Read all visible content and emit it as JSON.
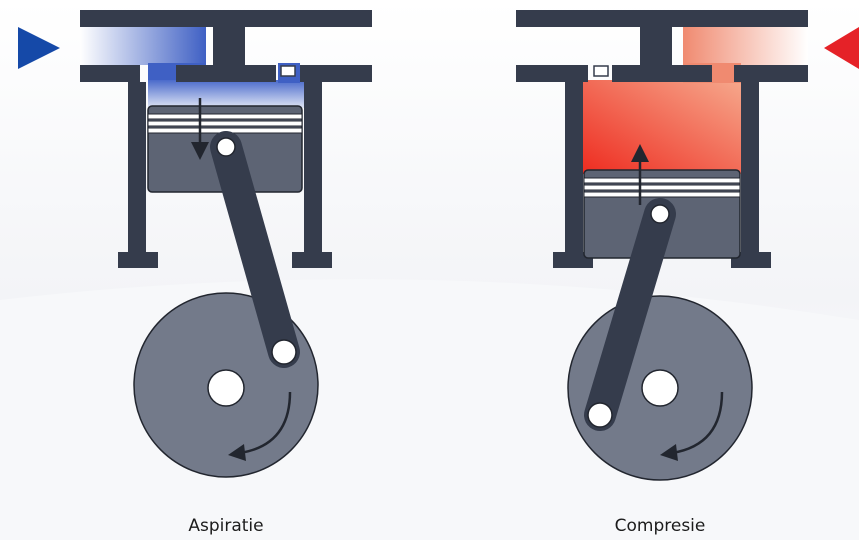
{
  "labels": {
    "intake": "Aspiratie",
    "compression": "Compresie"
  },
  "colors": {
    "engine_body": "#353c4c",
    "piston": "#5d6474",
    "flywheel": "#737a8a",
    "intake_gas": "#2a4bb3",
    "compression_gas": "#ee3325",
    "indicator_blue": "#1549a8",
    "indicator_red": "#e52228"
  },
  "icons": {
    "intake_indicator": "right-triangle",
    "compression_indicator": "left-triangle",
    "piston_motion": "arrow",
    "rotation": "curved-arrow"
  }
}
